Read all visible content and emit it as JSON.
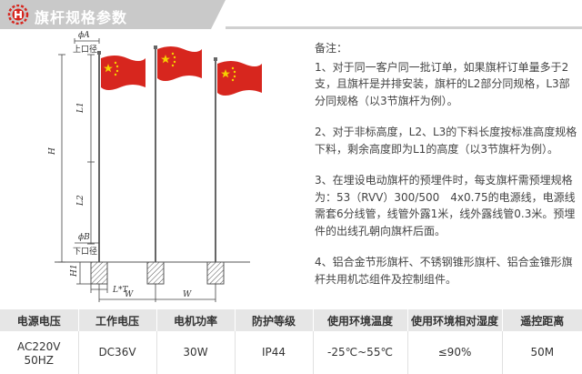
{
  "header": {
    "title": "旗杆规格参数"
  },
  "diagram": {
    "labels": {
      "phi_a": "ϕA",
      "upper_diameter": "上口径",
      "l1": "L1",
      "h": "H",
      "l2": "L2",
      "phi_b": "ϕB",
      "lower_diameter": "下口径",
      "h1": "H1",
      "l_times_t": "L*T",
      "w1": "W",
      "w2": "W"
    }
  },
  "notes": {
    "title": "备注：",
    "items": [
      "1、对于同一客户同一批订单，如果旗杆订单量多于2支，且旗杆是并排安装，旗杆的L2部分同规格，L3部分同规格（以3节旗杆为例）。",
      "2、对于非标高度，L2、L3的下料长度按标准高度规格下料，剩余高度即为L1的高度（以3节旗杆为例）。",
      "3、在埋设电动旗杆的预埋件时，每支旗杆需预埋规格为：53（RVV）300/500　4x0.75的电源线，电源线需套6分线管，线管外露1米，线外露线管0.3米。预埋件的出线孔朝向旗杆后面。",
      "4、铝合金节形旗杆、不锈钢锥形旗杆、铝合金锥形旗杆共用机芯组件及控制组件。"
    ]
  },
  "table": {
    "headers": [
      "电源电压",
      "工作电压",
      "电机功率",
      "防护等级",
      "使用环境温度",
      "使用环境相对湿度",
      "遥控距离"
    ],
    "rows": [
      [
        "AC220V　50HZ",
        "DC36V",
        "30W",
        "IP44",
        "-25℃~55℃",
        "≤90%",
        "50M"
      ]
    ]
  },
  "colors": {
    "header_bar": "#c9c9c9",
    "flag_red": "#d7261e",
    "table_header_bg": "#e6e6e6"
  }
}
